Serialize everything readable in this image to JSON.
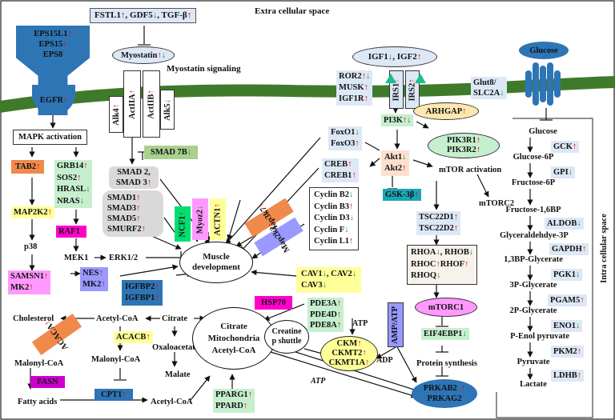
{
  "labels": {
    "extracellular": "Extra cellular space",
    "intracellular": "Intra cellular space",
    "myostatin_signaling": "Myostatin signaling",
    "mapk_activation": "MAPK activation",
    "mtor_activation": "mTOR activation",
    "mtorc2": "mTORC2",
    "p38": "p38",
    "mek1": "MEK1",
    "erk12": "ERK1/2",
    "muscle_dev": [
      "Muscle",
      "development"
    ],
    "cholesterol": "Cholesterol",
    "acetylcoa1": "Acetyl-CoA",
    "citrate1": "Citrate",
    "malonylcoa1": "Malonyl-CoA",
    "malonylcoa2": "Malonyl-CoA",
    "oxaloacetate": "Oxaloacetate",
    "malate": "Malate",
    "fatty_acids": "Fatty acids",
    "acetylcoa3": "Acetyl-CoA",
    "mito": [
      "Citrate",
      "Mitochondria",
      "Acetyl-CoA"
    ],
    "creatine_shuttle": [
      "Creatine",
      "p shuttle"
    ],
    "atp1": "ATP",
    "atp2": "ATP",
    "adp": "ADP",
    "protein_synthesis": "Protein  synthesis",
    "glycolysis": [
      "Glucose",
      "Glucose-6P",
      "Fructose-6P",
      "Fructose-1,6BP",
      "Glyceraldehdye-3P",
      "1,3BP-Glycerate",
      "3P-Glycerate",
      "2P-Glycerate",
      "P-Enol pyruvate",
      "Pyruvate",
      "Lactate"
    ]
  },
  "nodes": {
    "fstl": [
      {
        "t": "FSTL1",
        "a": "↑",
        "c": "up"
      },
      {
        "t": ", GDF5",
        "a": "↓",
        "c": "dn"
      },
      {
        "t": ", TGF-β",
        "a": "↑",
        "c": "up"
      }
    ],
    "eps": [
      [
        {
          "t": "EPS15L1",
          "a": "↑",
          "c": "up"
        }
      ],
      [
        {
          "t": "EPS15",
          "a": "↑",
          "c": "up"
        }
      ],
      [
        {
          "t": "EPS8",
          "a": "",
          "c": ""
        }
      ]
    ],
    "egfr": [
      {
        "t": "EGFR",
        "a": "↑",
        "c": "up"
      }
    ],
    "myostatin": [
      {
        "t": "Myostatin",
        "a": "↑↓",
        "c": "mix"
      }
    ],
    "alk4": [
      {
        "t": "Alk4",
        "a": "↑",
        "c": "up"
      }
    ],
    "actiia": [
      {
        "t": "ActIIA",
        "a": "↑",
        "c": "up"
      }
    ],
    "actiib": [
      {
        "t": "ActIIB",
        "a": "↑",
        "c": "up"
      }
    ],
    "alk5": [
      {
        "t": "Alk5",
        "a": "↓",
        "c": "dn"
      }
    ],
    "igf": [
      {
        "t": "IGF1",
        "a": "↓",
        "c": "dn"
      },
      {
        "t": ", IGF2",
        "a": "↑",
        "c": "up"
      }
    ],
    "ror": [
      [
        {
          "t": "ROR2",
          "a": "↑↓",
          "c": "mix"
        }
      ],
      [
        {
          "t": "MUSK",
          "a": "↑",
          "c": "up"
        }
      ],
      [
        {
          "t": "IGF1R",
          "a": "↑",
          "c": "up"
        }
      ]
    ],
    "irs1": [
      {
        "t": "IRS1",
        "a": "↑",
        "c": "up"
      }
    ],
    "irs2": [
      {
        "t": "IRS2",
        "a": "↑",
        "c": "up"
      }
    ],
    "glut": [
      [
        {
          "t": "Glut8/",
          "a": "",
          "c": ""
        }
      ],
      [
        {
          "t": "SLC2A",
          "a": "↓",
          "c": "dn"
        }
      ]
    ],
    "glucose_top": [
      {
        "t": "Glucose",
        "a": "",
        "c": ""
      }
    ],
    "arhgap": [
      {
        "t": "ARHGAP",
        "a": "↑",
        "c": "up"
      }
    ],
    "pi3k": [
      {
        "t": "PI3K",
        "a": "↑↓",
        "c": "mix"
      }
    ],
    "pik3r": [
      [
        {
          "t": "PIK3R1",
          "a": "↑",
          "c": "up"
        }
      ],
      [
        {
          "t": "PIK3R2",
          "a": "↑",
          "c": "up"
        }
      ]
    ],
    "foxo": [
      [
        {
          "t": "FoxO1",
          "a": "↓",
          "c": "dn"
        }
      ],
      [
        {
          "t": "FoxO3",
          "a": "↑",
          "c": "up"
        }
      ]
    ],
    "akt": [
      [
        {
          "t": "Akt1",
          "a": "↓",
          "c": "dn"
        }
      ],
      [
        {
          "t": "Akt2",
          "a": "↑",
          "c": "up"
        }
      ]
    ],
    "creb": [
      [
        {
          "t": "CREB",
          "a": "↑",
          "c": "up"
        }
      ],
      [
        {
          "t": "CREB1",
          "a": "↑",
          "c": "up"
        }
      ]
    ],
    "gsk": [
      {
        "t": "GSK-3β",
        "a": "↑",
        "c": "up"
      }
    ],
    "cyclin": [
      [
        {
          "t": "Cyclin B2",
          "a": "↓",
          "c": "dn"
        }
      ],
      [
        {
          "t": "Cyclin B3",
          "a": "↑",
          "c": "up"
        }
      ],
      [
        {
          "t": "Cyclin D3",
          "a": "↓",
          "c": "dn"
        }
      ],
      [
        {
          "t": "Cyclin F",
          "a": "↓",
          "c": "dn"
        }
      ],
      [
        {
          "t": "Cyclin L1",
          "a": "↑",
          "c": "up"
        }
      ]
    ],
    "tsc": [
      [
        {
          "t": "TSC22D1",
          "a": "↑",
          "c": "up"
        }
      ],
      [
        {
          "t": "TSC22D2",
          "a": "↑",
          "c": "up"
        }
      ]
    ],
    "rho": [
      [
        {
          "t": "RHOA",
          "a": "↓",
          "c": "dn"
        },
        {
          "t": ", RHOB",
          "a": "↓",
          "c": "dn"
        }
      ],
      [
        {
          "t": "RHOC",
          "a": "↑",
          "c": "up"
        },
        {
          "t": "RHOF",
          "a": "↑",
          "c": "up"
        }
      ],
      [
        {
          "t": "RHOQ",
          "a": "↓",
          "c": "dn"
        }
      ]
    ],
    "mtorc1": [
      {
        "t": "mTORC1",
        "a": "",
        "c": ""
      }
    ],
    "eif": [
      {
        "t": "EIF4EBP1",
        "a": "↓",
        "c": "dn"
      }
    ],
    "prkab": [
      [
        {
          "t": "PRKAB2",
          "a": "↓↑",
          "c": "mix2"
        }
      ],
      [
        {
          "t": "PRKAG2",
          "a": "",
          "c": ""
        }
      ]
    ],
    "tab2": [
      {
        "t": "TAB2",
        "a": "↑",
        "c": "up"
      }
    ],
    "grb": [
      [
        {
          "t": "GRB14",
          "a": "↑",
          "c": "up"
        }
      ],
      [
        {
          "t": "SOS2",
          "a": "↑",
          "c": "up"
        }
      ],
      [
        {
          "t": "HRASL",
          "a": "↓",
          "c": "dn"
        }
      ],
      [
        {
          "t": "NRAS",
          "a": "↓",
          "c": "dn"
        }
      ]
    ],
    "smad23": [
      [
        {
          "t": "SMAD 2,",
          "a": "",
          "c": ""
        }
      ],
      [
        {
          "t": "SMAD 3",
          "a": "↑",
          "c": "up"
        }
      ]
    ],
    "smad7b": [
      {
        "t": "SMAD 7B",
        "a": "↓",
        "c": "dn"
      }
    ],
    "smad_list": [
      [
        {
          "t": "SMAD1",
          "a": "↑",
          "c": "up"
        }
      ],
      [
        {
          "t": "SMAD3",
          "a": "↑",
          "c": "up"
        }
      ],
      [
        {
          "t": "SMAD5",
          "a": "↑",
          "c": "up"
        }
      ],
      [
        {
          "t": "SMURF2",
          "a": "↑",
          "c": "up"
        }
      ]
    ],
    "map2k2": [
      {
        "t": "MAP2K2",
        "a": "↑",
        "c": "up"
      }
    ],
    "raf1": [
      {
        "t": "RAF1",
        "a": "↑",
        "c": "up"
      }
    ],
    "ncf1": [
      {
        "t": "NCF1",
        "a": "↑",
        "c": "up"
      }
    ],
    "myoz2": [
      {
        "t": "Myoz2",
        "a": "↓",
        "c": "dn"
      }
    ],
    "actn1": [
      {
        "t": "ACTN1",
        "a": "↑",
        "c": "up"
      }
    ],
    "map3k7": [
      {
        "t": "Map3k7",
        "a": "↑",
        "c": "up"
      }
    ],
    "map2k2b": [
      {
        "t": "Map2k2",
        "a": "↑",
        "c": "up"
      }
    ],
    "samsn": [
      [
        {
          "t": "SAMSN1",
          "a": "↑",
          "c": "up"
        }
      ],
      [
        {
          "t": "MK2",
          "a": "↑",
          "c": "up"
        }
      ]
    ],
    "nes": [
      [
        {
          "t": "NES",
          "a": "↑",
          "c": "up"
        }
      ],
      [
        {
          "t": "MK2",
          "a": "↑",
          "c": "up"
        }
      ]
    ],
    "igfbp": [
      [
        {
          "t": "IGFBP2",
          "a": "↑",
          "c": "up"
        }
      ],
      [
        {
          "t": "IGFBP1",
          "a": "↑",
          "c": "up"
        }
      ]
    ],
    "cav": [
      [
        {
          "t": "CAV1",
          "a": "↓",
          "c": "dn"
        },
        {
          "t": ", CAV2",
          "a": "↓",
          "c": "dn"
        }
      ],
      [
        {
          "t": "CAV3",
          "a": "↓",
          "c": "dn"
        }
      ]
    ],
    "hsp70": [
      {
        "t": "HSP70",
        "a": "",
        "c": ""
      }
    ],
    "acaca": [
      {
        "t": "ACACA",
        "a": "↑",
        "c": "up"
      }
    ],
    "acacb": [
      {
        "t": "ACACB",
        "a": "↑",
        "c": "up"
      }
    ],
    "fasn": [
      {
        "t": "FASN",
        "a": "",
        "c": ""
      }
    ],
    "cpt1": [
      {
        "t": "CPT1",
        "a": "↑",
        "c": "up"
      }
    ],
    "pde": [
      [
        {
          "t": "PDE3A",
          "a": "↑",
          "c": "up"
        }
      ],
      [
        {
          "t": "PDE4D",
          "a": "↑",
          "c": "up"
        }
      ],
      [
        {
          "t": "PDE8A",
          "a": "↑",
          "c": "up"
        }
      ]
    ],
    "ampatp": [
      {
        "t": "AMP/ATP",
        "a": "",
        "c": ""
      }
    ],
    "ckm": [
      [
        {
          "t": "CKM",
          "a": "↑",
          "c": "up"
        }
      ],
      [
        {
          "t": "CKMT2",
          "a": "↑",
          "c": "up"
        }
      ],
      [
        {
          "t": "CKMT1A",
          "a": "↑",
          "c": "up"
        }
      ]
    ],
    "ppar": [
      [
        {
          "t": "PPARG1",
          "a": "↑",
          "c": "up"
        }
      ],
      [
        {
          "t": "PPARD",
          "a": "↑",
          "c": "up"
        }
      ]
    ],
    "gck": [
      {
        "t": "GCK",
        "a": "↑",
        "c": "up"
      }
    ],
    "gpi": [
      {
        "t": "GPI",
        "a": "↓",
        "c": "dn"
      }
    ],
    "aldob": [
      {
        "t": "ALDOB",
        "a": "↓",
        "c": "dn"
      }
    ],
    "gapdh": [
      {
        "t": "GAPDH",
        "a": "↑",
        "c": "up"
      }
    ],
    "pgk1": [
      {
        "t": "PGK1",
        "a": "↓",
        "c": "dn"
      }
    ],
    "pgam5": [
      {
        "t": "PGAM5",
        "a": "↑",
        "c": "up"
      }
    ],
    "eno1": [
      {
        "t": "ENO1",
        "a": "↓",
        "c": "dn"
      }
    ],
    "pkm2": [
      {
        "t": "PKM2",
        "a": "↑",
        "c": "up"
      }
    ],
    "ldhb": [
      {
        "t": "LDHB",
        "a": "↑",
        "c": "up"
      }
    ]
  },
  "colors": {
    "membrane": "#3f7a2a",
    "blue_light": "#dde8f6",
    "blue_mid": "#9dc3e6",
    "blue_strong": "#2e75b6",
    "green_light": "#c6efce",
    "orange": "#f4b183",
    "orange_dark": "#f08a4b",
    "yellow": "#ffff99",
    "magenta": "#ff00cc",
    "pink_light": "#ff99ff",
    "purple": "#9999ff",
    "teal": "#1aa7b5",
    "up": "#e00000",
    "down": "#1a8a3a"
  }
}
